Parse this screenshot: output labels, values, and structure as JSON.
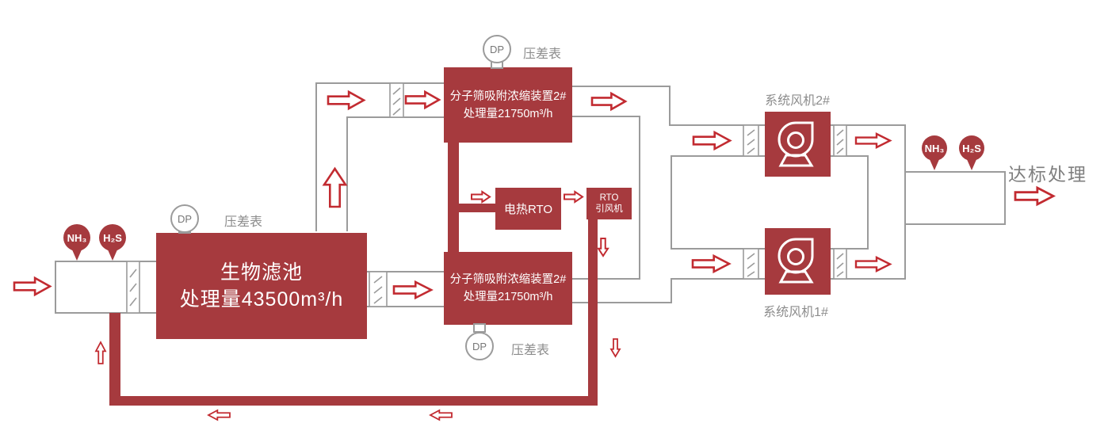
{
  "colors": {
    "brand_red": "#A63A3E",
    "arrow_red": "#C22B31",
    "line_gray": "#9B9B9B",
    "label_gray": "#8C8C8C"
  },
  "inlet": {
    "pin_nh3": "NH₃",
    "pin_h2s": "H₂S"
  },
  "biofilter": {
    "line1": "生物滤池",
    "line2": "处理量43500m³/h",
    "gauge": "DP",
    "gauge_label": "压差表"
  },
  "device_top": {
    "line1": "分子筛吸附浓缩装置2#",
    "line2": "处理量21750m³/h",
    "gauge": "DP",
    "gauge_label": "压差表"
  },
  "device_bottom": {
    "line1": "分子筛吸附浓缩装置2#",
    "line2": "处理量21750m³/h",
    "gauge": "DP",
    "gauge_label": "压差表"
  },
  "rto": {
    "heater": "电热RTO",
    "fan_line1": "RTO",
    "fan_line2": "引风机"
  },
  "fans": {
    "fan2_label": "系统风机2#",
    "fan1_label": "系统风机1#"
  },
  "outlet": {
    "pin_nh3": "NH₃",
    "pin_h2s": "H₂S",
    "label": "达标处理"
  }
}
